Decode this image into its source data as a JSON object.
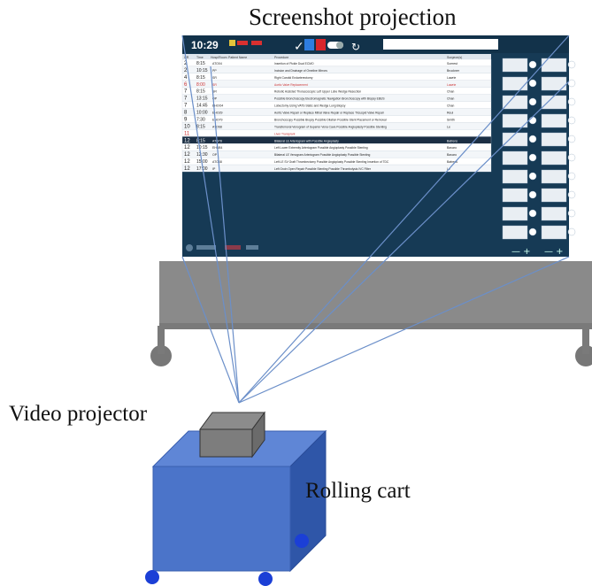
{
  "labels": {
    "title": "Screenshot projection",
    "projector": "Video projector",
    "cart": "Rolling cart"
  },
  "screen": {
    "clock": "10:29",
    "header_cols": [
      "OR",
      "Time",
      "Hosp/Room",
      "Patient Name",
      "",
      "Procedure",
      "Surgeon(s)"
    ],
    "rows": [
      {
        "or": "2",
        "time": "8:15",
        "room": "ATO04",
        "proc": "Insertion of Pickle Dual ECMO",
        "surgeon": "Scerest"
      },
      {
        "or": "2",
        "time": "10:15",
        "room": "PP",
        "proc": "Incision and Drainage of Omeline Mirrors",
        "surgeon": "Bruckner"
      },
      {
        "or": "4",
        "time": "8:15",
        "room": "SR",
        "proc": "Right Carotid Endarterectomy",
        "surgeon": "Lawrie"
      },
      {
        "or": "6",
        "time": "8:00",
        "room": "SR",
        "proc": "Aortic Valve Replacement",
        "surgeon": "Lawrie"
      },
      {
        "or": "7",
        "time": "8:15",
        "room": "SR",
        "proc": "Robotic Assisted Thoracoscopic Left Upper Lobe Wedge Resection",
        "surgeon": "Chan"
      },
      {
        "or": "7",
        "time": "13:15",
        "room": "OP",
        "proc": "Possible Bronchoscopy Electromagnetic Navigation Bronchoscopy with Biopsy EBUS",
        "surgeon": "Chan"
      },
      {
        "or": "7",
        "time": "14:45",
        "room": "EHOO4",
        "proc": "Lobectomy Using VATS Static and Wedge Lung Biopsy",
        "surgeon": "Chan"
      },
      {
        "or": "8",
        "time": "10:00",
        "room": "EHO29",
        "proc": "Aortic Valve Repair or Replace Mitral Valve Repair or Replace Tricuspid Valve Repair",
        "surgeon": "Reul"
      },
      {
        "or": "9",
        "time": "7:30",
        "room": "EHO79",
        "proc": "Bronchoscopy Possible Biopsy Possible Dilation Possible Stent Placement or Removal",
        "surgeon": "Smith"
      },
      {
        "or": "10",
        "time": "8:15",
        "room": "ATO68",
        "proc": "Transfemoral Venogram of Superior Vena Cava Possible Angioplasty Possible Stenting",
        "surgeon": "Le"
      },
      {
        "or": "11",
        "time": "",
        "room": "",
        "proc": "Liver Transplant",
        "surgeon": ""
      },
      {
        "or": "12",
        "time": "8:15",
        "room": "ATO78",
        "proc": "Bilateral LE Arteriogram with Possible Angioplasty",
        "surgeon": "Bafrens"
      },
      {
        "or": "12",
        "time": "10:15",
        "room": "EHU84",
        "proc": "Left Lower Extremity Arteriogram Possible Angioplasty Possible Stenting",
        "surgeon": "Bavaro"
      },
      {
        "or": "12",
        "time": "12:30",
        "room": "OP",
        "proc": "Bilateral LE Venogram Arteriogram Possible Angioplasty Possible Stenting",
        "surgeon": "Bavaro"
      },
      {
        "or": "12",
        "time": "15:00",
        "room": "ATO68",
        "proc": "Left LE SV Graft Thrombectomy Possible Angioplasty Possible Stenting Insertion of TDC",
        "surgeon": "Bafrens"
      },
      {
        "or": "12",
        "time": "17:00",
        "room": "IP",
        "proc": "Left Groin Open Repair Possible Stenting Possible Thrombolysis IVC Filter",
        "surgeon": "Le"
      }
    ]
  },
  "colors": {
    "screen_bg": "#163a55",
    "table_bg": "#ffffff",
    "beam": "#6b8fc9",
    "board": "#8a8a8a",
    "cart_front": "#4b74c9",
    "cart_top": "#5f86d6",
    "cart_side": "#2f56a8",
    "wheel": "#1b3fd6",
    "projector": "#7d7d7d"
  }
}
